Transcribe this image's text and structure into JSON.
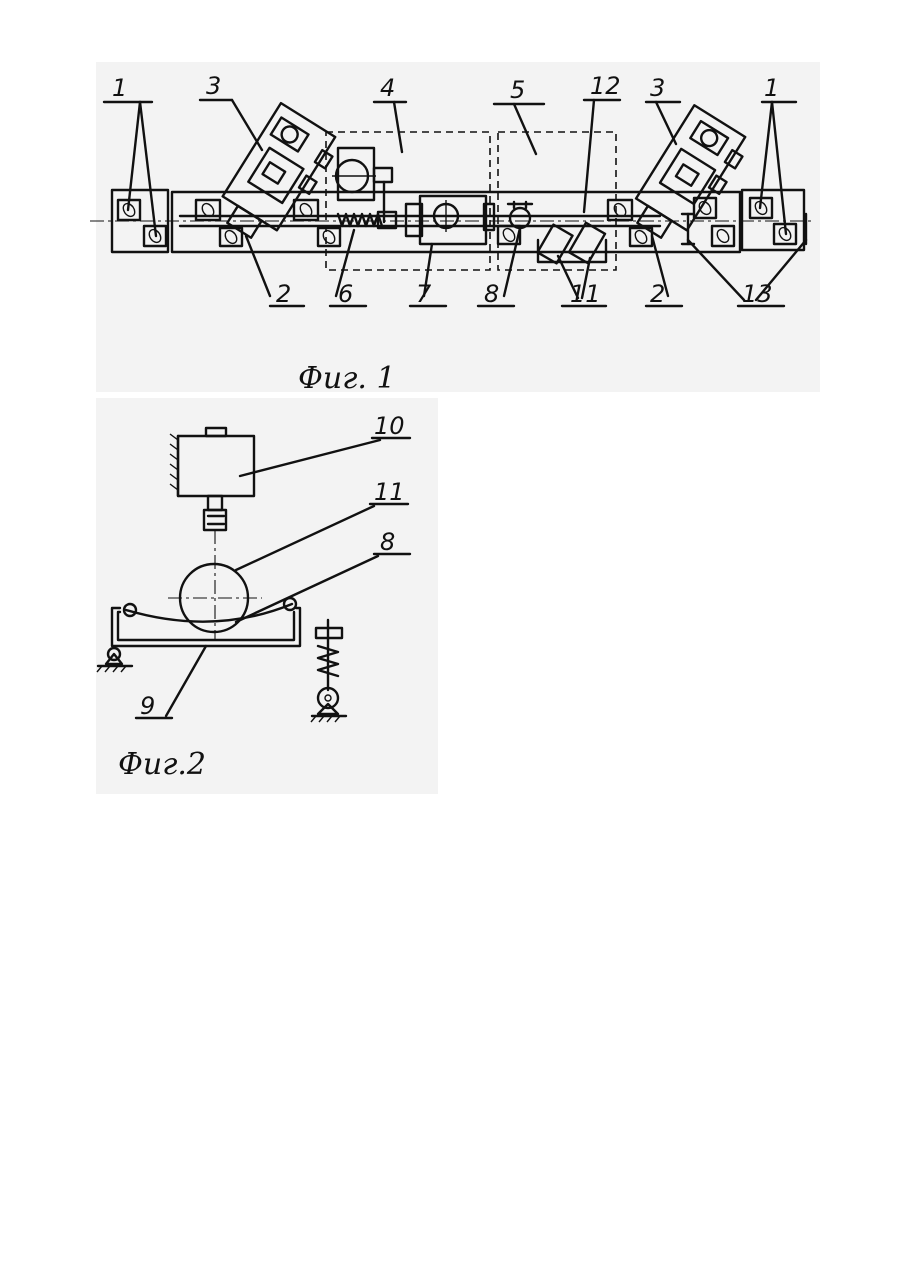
{
  "figure1": {
    "caption": "Фиг. 1",
    "labels": {
      "l1_left": "1",
      "l3_left": "3",
      "l4": "4",
      "l5": "5",
      "l12": "12",
      "l3_right": "3",
      "l1_right": "1",
      "l2_left": "2",
      "l6": "6",
      "l7": "7",
      "l8": "8",
      "l11": "11",
      "l2_right": "2",
      "l13": "13"
    }
  },
  "figure2": {
    "caption": "Фиг.2",
    "labels": {
      "l10": "10",
      "l11": "11",
      "l8": "8",
      "l9": "9"
    }
  }
}
